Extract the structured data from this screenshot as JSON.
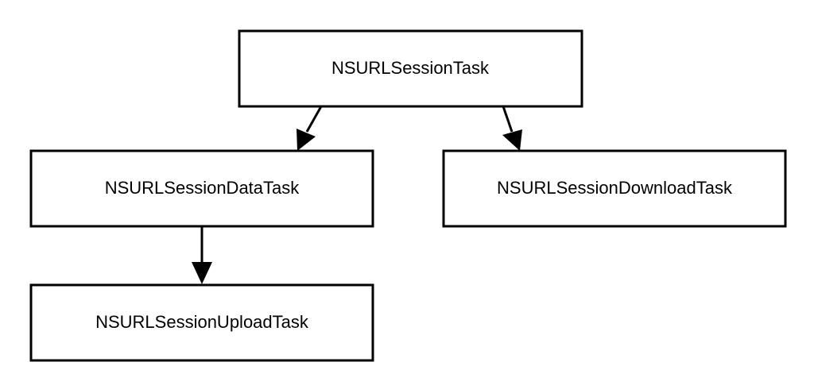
{
  "diagram": {
    "nodes": [
      {
        "id": "session-task",
        "label": "NSURLSessionTask"
      },
      {
        "id": "data-task",
        "label": "NSURLSessionDataTask"
      },
      {
        "id": "download-task",
        "label": "NSURLSessionDownloadTask"
      },
      {
        "id": "upload-task",
        "label": "NSURLSessionUploadTask"
      }
    ],
    "edges": [
      {
        "from": "session-task",
        "to": "data-task"
      },
      {
        "from": "session-task",
        "to": "download-task"
      },
      {
        "from": "data-task",
        "to": "upload-task"
      }
    ],
    "colors": {
      "stroke": "#000000",
      "fill": "#ffffff",
      "text": "#000000"
    }
  }
}
